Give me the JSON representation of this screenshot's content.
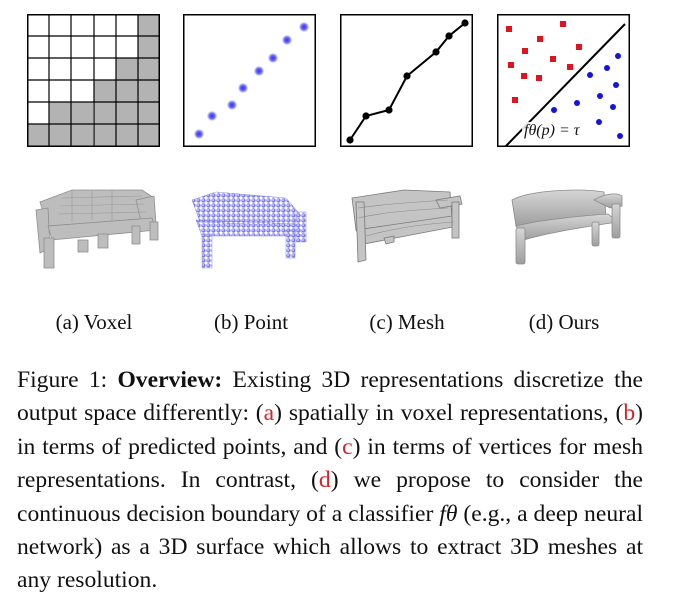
{
  "subfigures": [
    {
      "label": "(a) Voxel"
    },
    {
      "label": "(b) Point"
    },
    {
      "label": "(c) Mesh"
    },
    {
      "label": "(d) Ours"
    }
  ],
  "ours_equation": "fθ(p) = τ",
  "caption": {
    "figure_label": "Figure 1:",
    "bold_title": "Overview:",
    "part1": " Existing 3D representations discretize the output space differently: (",
    "ref_a": "a",
    "part2": ") spatially in voxel representations, (",
    "ref_b": "b",
    "part3": ") in terms of predicted points, and (",
    "ref_c": "c",
    "part4": ") in terms of vertices for mesh representations. In contrast, (",
    "ref_d": "d",
    "part5": ") we propose to consider the continuous decision boundary of a classifier ",
    "f_symbol": "fθ",
    "part6": " (e.g., a deep neural network) as a 3D surface which allows to extract 3D meshes at any resolution."
  },
  "colors": {
    "voxel_fill": "#b3b3b3",
    "point_color": "#4a4ae0",
    "red_marker": "#e0141e",
    "blue_marker": "#1414e0",
    "ref_red": "#d1252b"
  }
}
